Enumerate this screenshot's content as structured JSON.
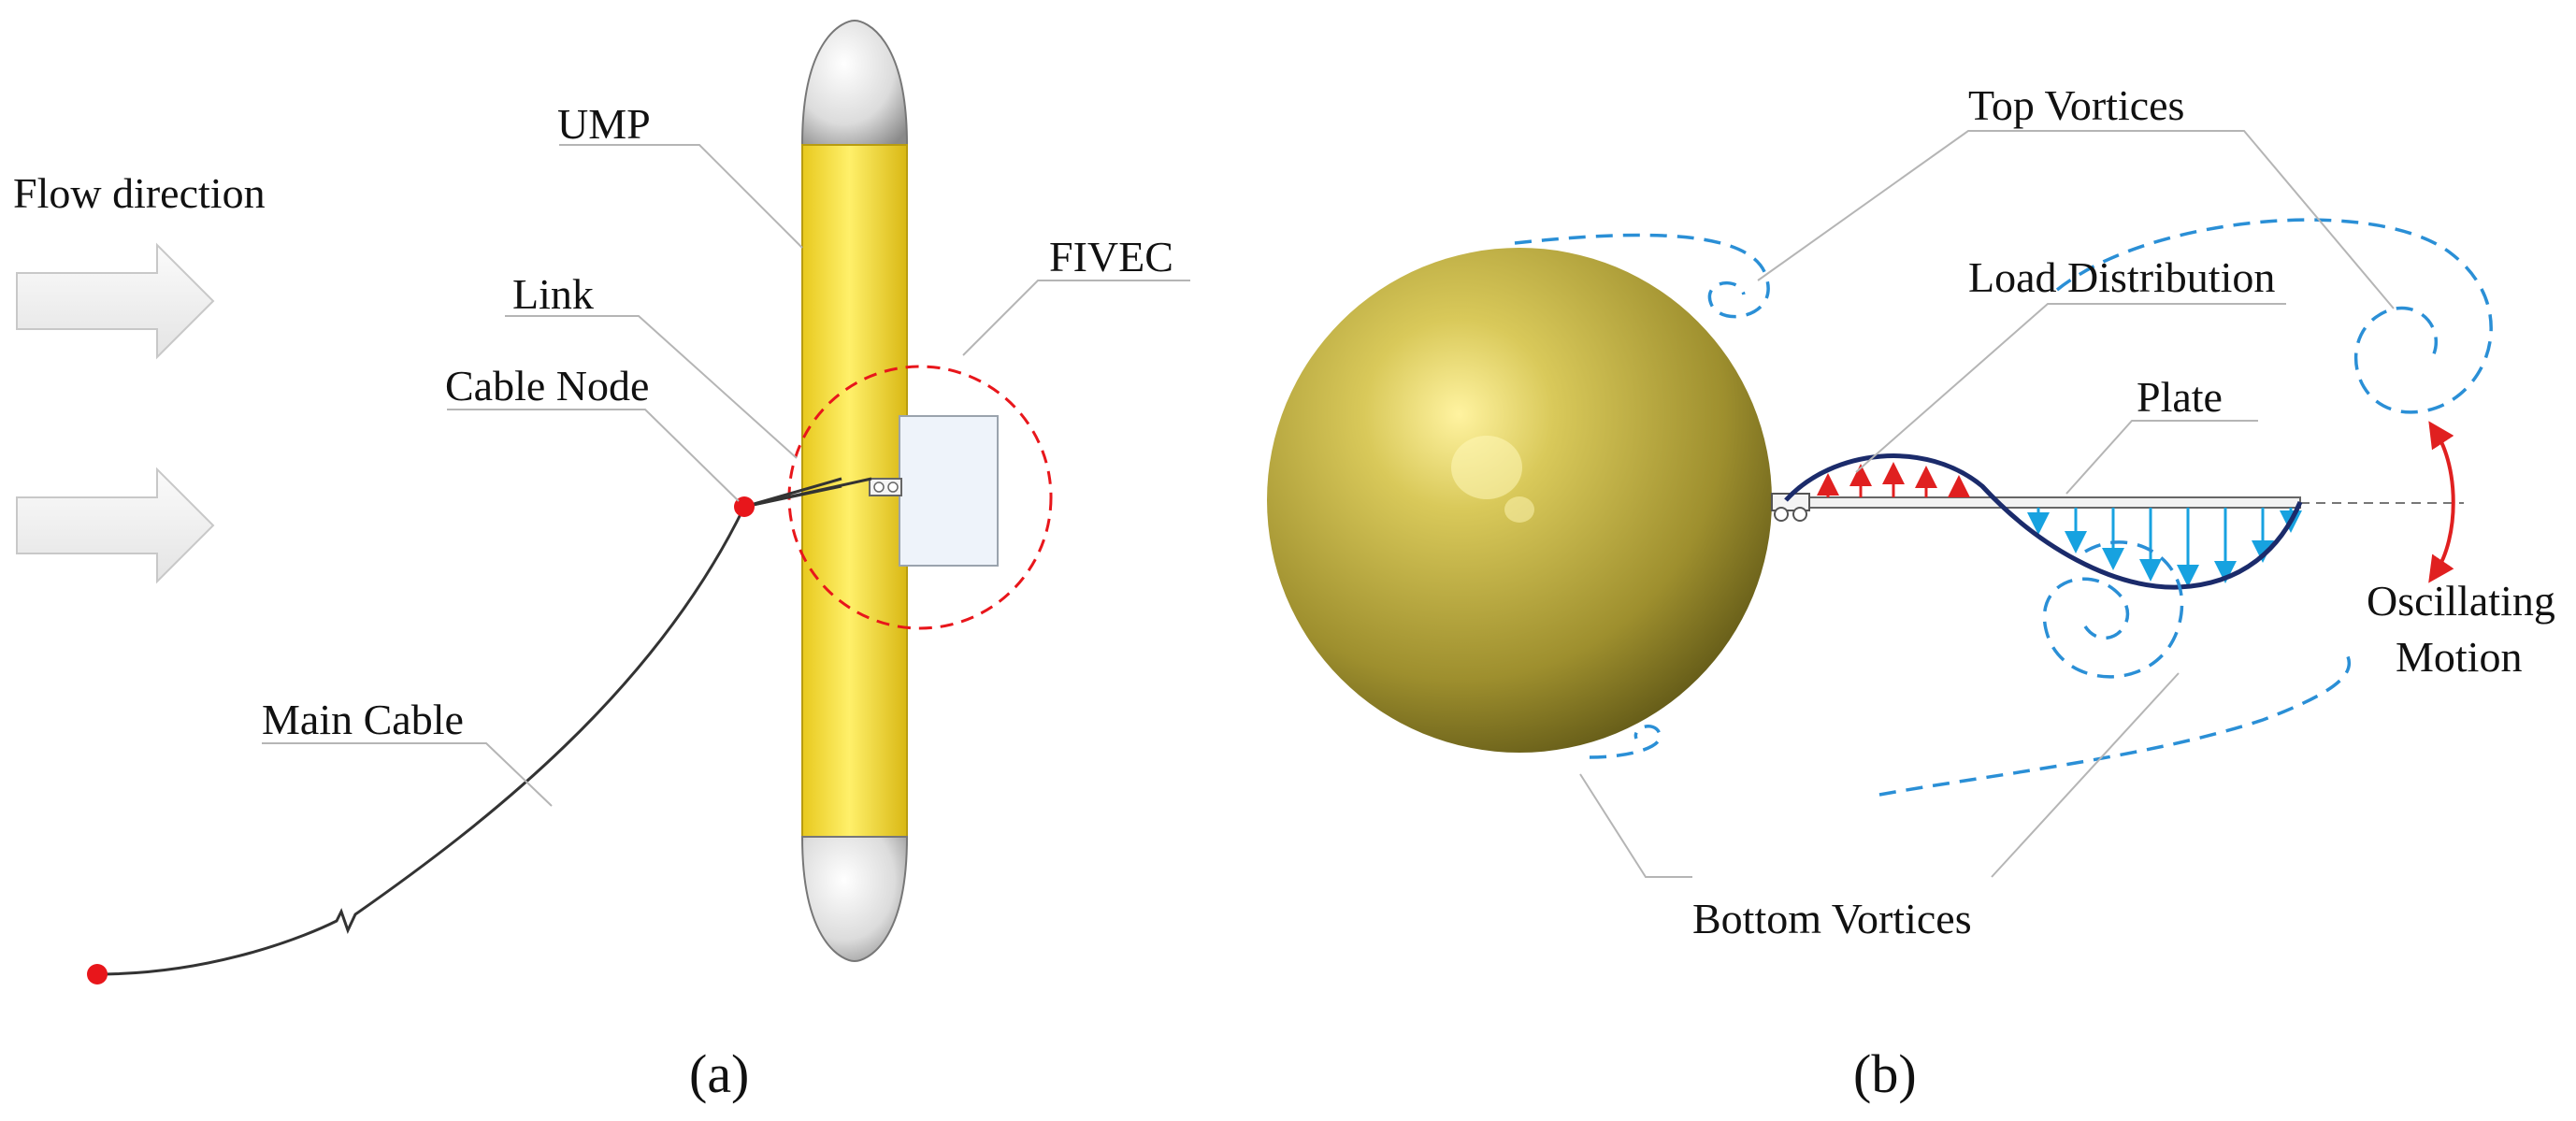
{
  "panel_a": {
    "labels": {
      "flow_direction": "Flow direction",
      "ump": "UMP",
      "fivec": "FIVEC",
      "link": "Link",
      "cable_node": "Cable Node",
      "main_cable": "Main Cable"
    },
    "caption": "(a)"
  },
  "panel_b": {
    "labels": {
      "top_vortices": "Top Vortices",
      "load_distribution": "Load Distribution",
      "plate": "Plate",
      "oscillating_motion_line1": "Oscillating",
      "oscillating_motion_line2": "Motion",
      "bottom_vortices": "Bottom Vortices"
    },
    "caption": "(b)"
  },
  "colors": {
    "ump_yellow": "#f2dc3a",
    "cap_gray": "#e6e6e6",
    "node_red": "#e8161b",
    "vortex_blue": "#2a8fd6",
    "load_red": "#e02020",
    "load_blue": "#17a2e0",
    "wave_navy": "#1b2b6b",
    "sphere_gold": "#b9a63a"
  }
}
